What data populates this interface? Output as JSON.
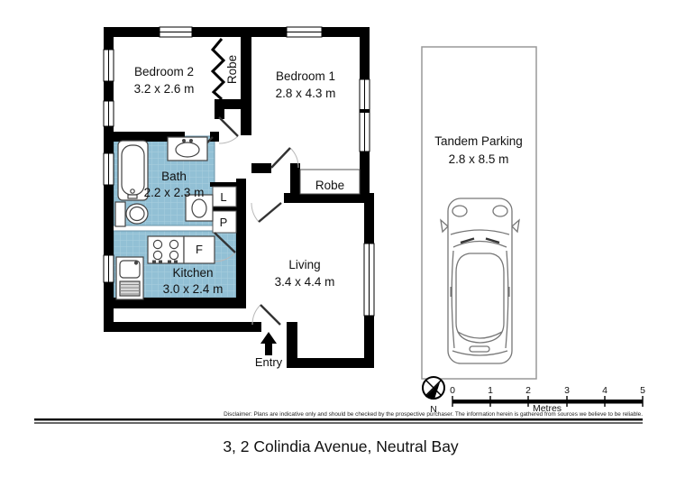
{
  "rooms": {
    "bedroom2": {
      "name": "Bedroom 2",
      "dims": "3.2 x 2.6 m"
    },
    "bedroom1": {
      "name": "Bedroom 1",
      "dims": "2.8 x 4.3 m"
    },
    "bath": {
      "name": "Bath",
      "dims": "2.2 x 2.3 m"
    },
    "kitchen": {
      "name": "Kitchen",
      "dims": "3.0 x 2.4 m"
    },
    "living": {
      "name": "Living",
      "dims": "3.4 x 4.4 m"
    },
    "robe_bedroom2": {
      "name": "Robe"
    },
    "robe_bedroom1": {
      "name": "Robe"
    },
    "parking": {
      "name": "Tandem Parking",
      "dims": "2.8 x 8.5 m"
    }
  },
  "fixture_labels": {
    "linen": "L",
    "pantry": "P",
    "fridge": "F"
  },
  "entry": {
    "label": "Entry"
  },
  "compass": {
    "label": "N"
  },
  "scale_bar": {
    "ticks": [
      "0",
      "1",
      "2",
      "3",
      "4",
      "5"
    ],
    "unit": "Metres"
  },
  "footer": {
    "disclaimer": "Disclaimer: Plans are indicative only and should be checked by the prospective purchaser. The information herein is gathered from sources we believe to be reliable.",
    "title": "3, 2 Colindia Avenue, Neutral Bay"
  },
  "colors": {
    "wet_area": "#92c0d5",
    "wall": "#000000",
    "parking_outline": "#999999"
  }
}
